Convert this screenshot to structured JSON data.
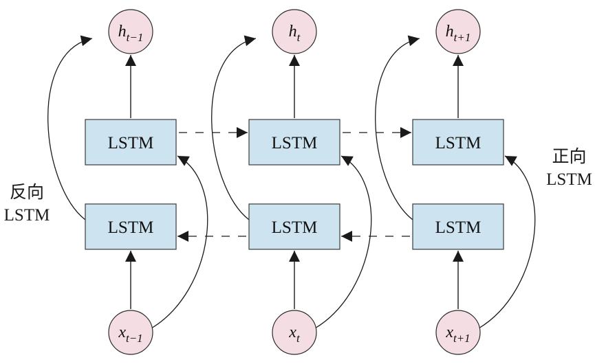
{
  "diagram": {
    "lstm_label": "LSTM",
    "forward_label": {
      "line1": "正向",
      "line2": "LSTM"
    },
    "backward_label": {
      "line1": "反向",
      "line2": "LSTM"
    },
    "columns": [
      {
        "h": {
          "base": "h",
          "sub": "t−1"
        },
        "x": {
          "base": "x",
          "sub": "t−1"
        }
      },
      {
        "h": {
          "base": "h",
          "sub": "t"
        },
        "x": {
          "base": "x",
          "sub": "t"
        }
      },
      {
        "h": {
          "base": "h",
          "sub": "t+1"
        },
        "x": {
          "base": "x",
          "sub": "t+1"
        }
      }
    ],
    "colors": {
      "node_fill": "#f4dde3",
      "node_stroke": "#2b2b2b",
      "box_fill": "#cde4f0",
      "box_stroke": "#3a3a3a",
      "line": "#1a1a1a"
    }
  }
}
